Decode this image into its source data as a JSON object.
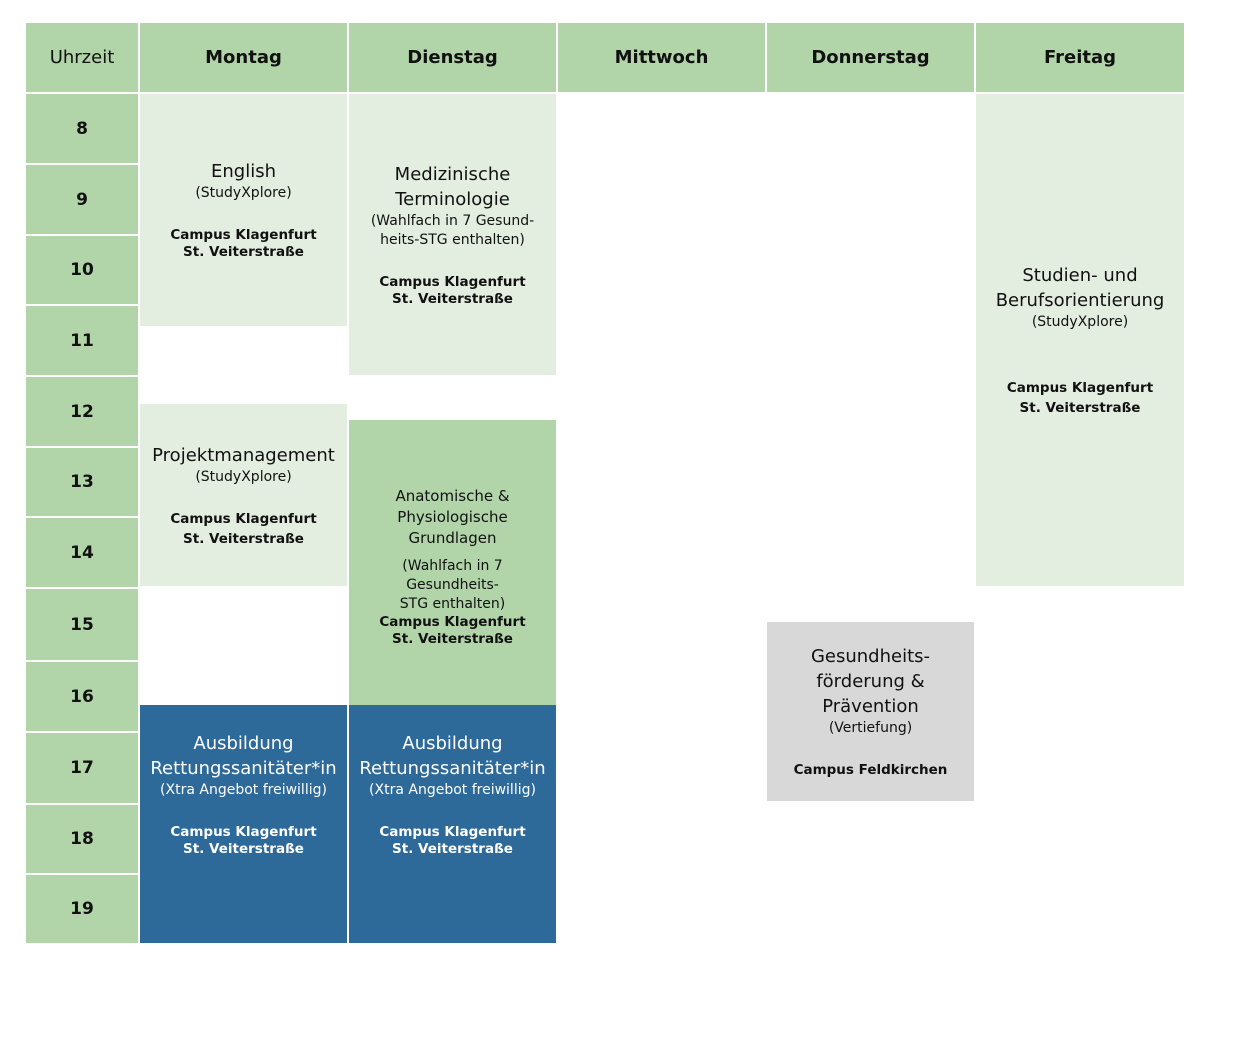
{
  "header": {
    "time_label": "Uhrzeit",
    "days": [
      "Montag",
      "Dienstag",
      "Mittwoch",
      "Donnerstag",
      "Freitag"
    ]
  },
  "hours": [
    "8",
    "9",
    "10",
    "11",
    "12",
    "13",
    "14",
    "15",
    "16",
    "17",
    "18",
    "19"
  ],
  "events": {
    "english": {
      "title": "English",
      "subtitle": "(StudyXplore)",
      "campus": "Campus Klagenfurt",
      "street": "St. Veiterstraße"
    },
    "medterm": {
      "title_1": "Medizinische",
      "title_2": "Terminologie",
      "note_1": "(Wahlfach in 7 Gesund-",
      "note_2": "heits-STG enthalten)",
      "campus": "Campus Klagenfurt",
      "street": "St. Veiterstraße"
    },
    "studien": {
      "title_1": "Studien- und",
      "title_2": "Berufsorientierung",
      "subtitle": "(StudyXplore)",
      "campus": "Campus Klagenfurt",
      "street": "St. Veiterstraße"
    },
    "projekt": {
      "title": "Projektmanagement",
      "subtitle": "(StudyXplore)",
      "campus": "Campus Klagenfurt",
      "street": "St. Veiterstraße"
    },
    "anatomie": {
      "title_1": "Anatomische &",
      "title_2": "Physiologische Grundlagen",
      "note_1": "(Wahlfach in 7 Gesundheits-",
      "note_2": "STG enthalten)",
      "campus": "Campus Klagenfurt",
      "street": "St. Veiterstraße"
    },
    "gesund": {
      "title_1": "Gesundheits-",
      "title_2": "förderung &",
      "title_3": "Prävention",
      "subtitle": "(Vertiefung)",
      "campus": "Campus Feldkirchen"
    },
    "rett_mo": {
      "title_1": "Ausbildung",
      "title_2": "Rettungssanitäter*in",
      "subtitle": "(Xtra Angebot freiwillig)",
      "campus": "Campus Klagenfurt",
      "street": "St. Veiterstraße"
    },
    "rett_di": {
      "title_1": "Ausbildung",
      "title_2": "Rettungssanitäter*in",
      "subtitle": "(Xtra Angebot freiwillig)",
      "campus": "Campus Klagenfurt",
      "street": "St. Veiterstraße"
    }
  }
}
